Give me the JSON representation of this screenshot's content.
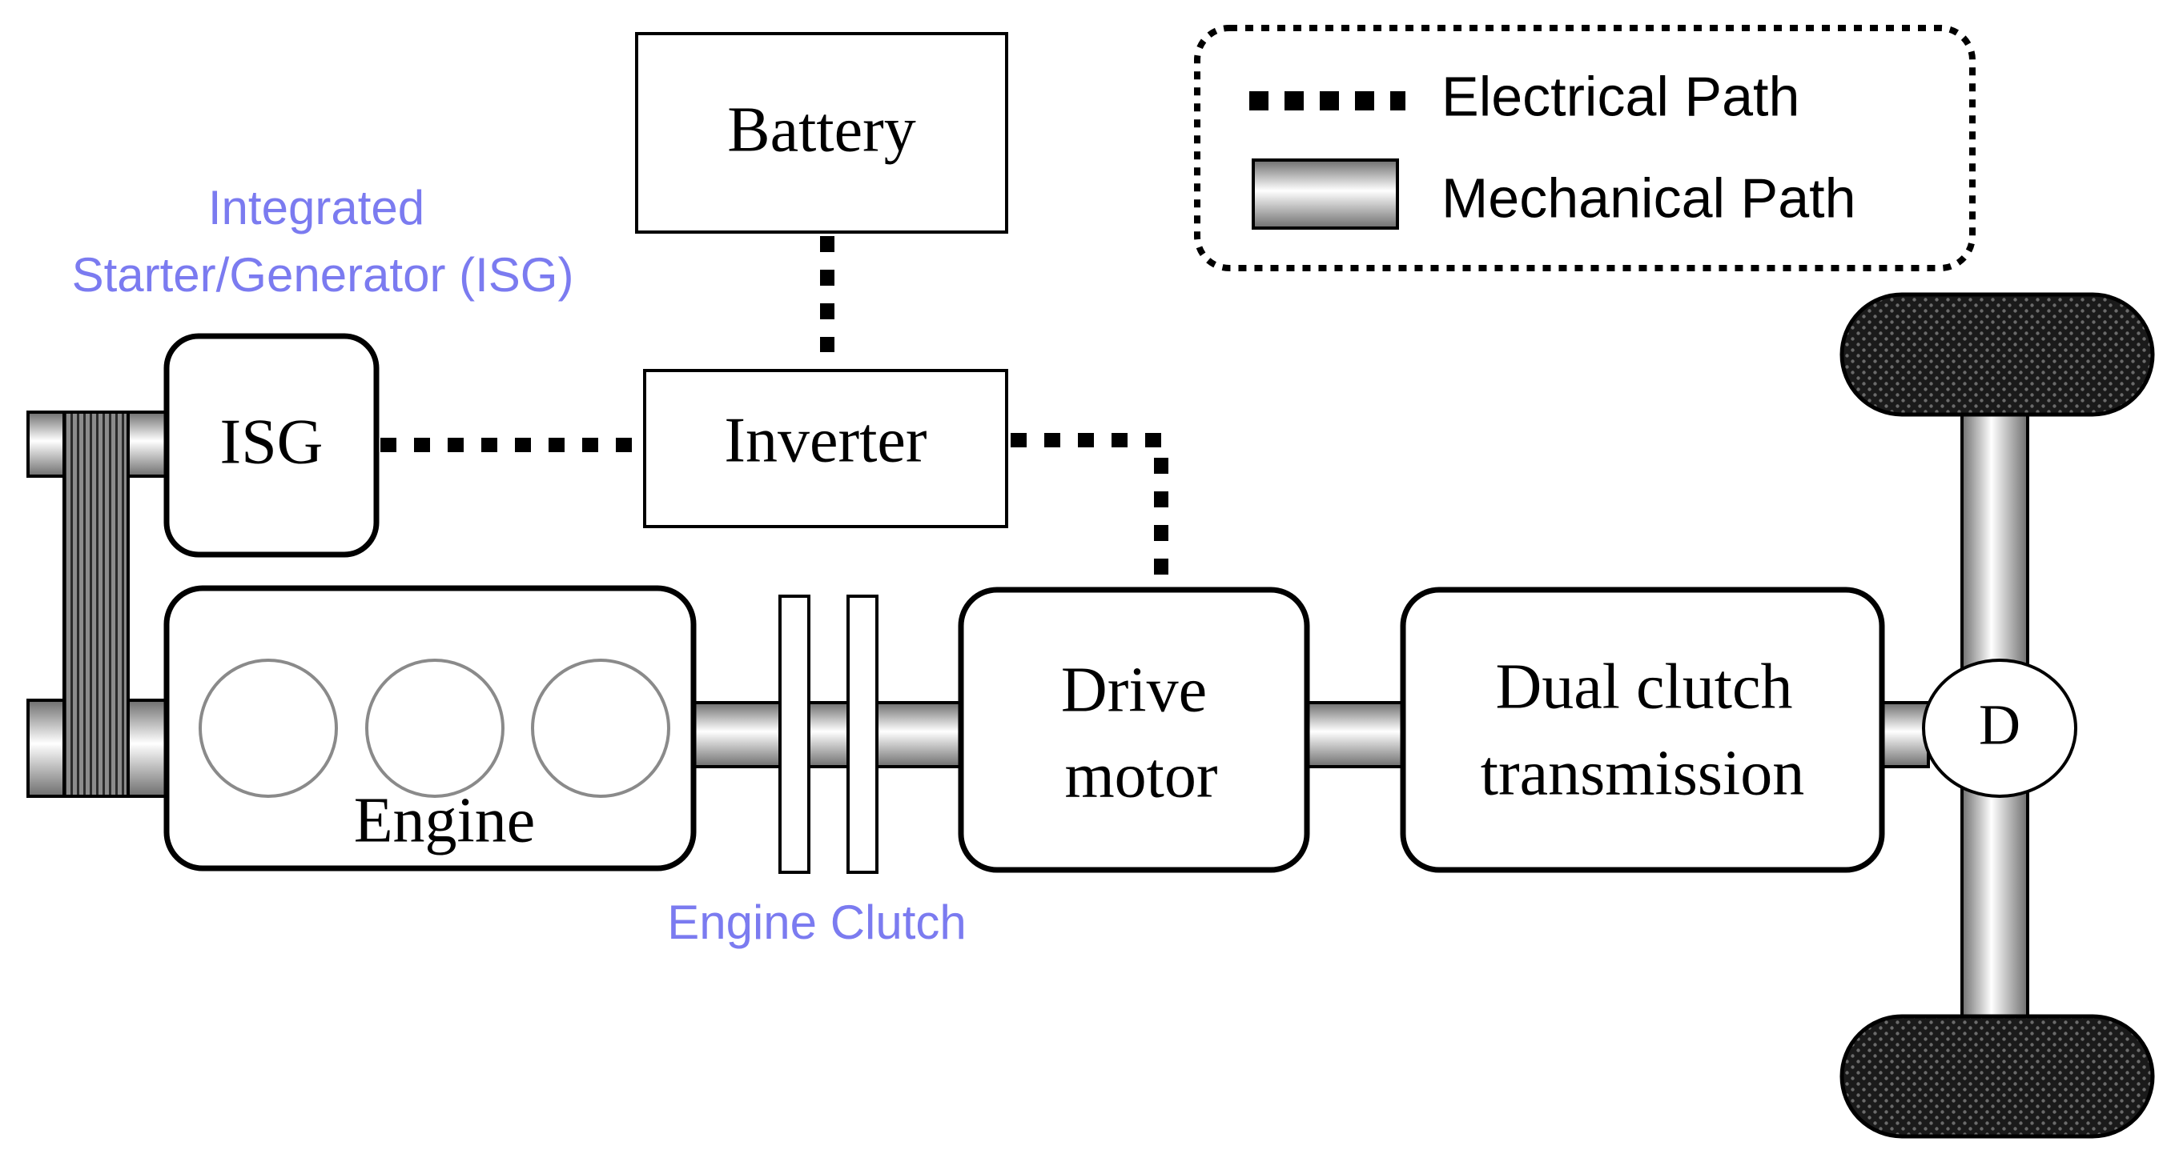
{
  "labels": {
    "battery": "Battery",
    "inverter": "Inverter",
    "isg": "ISG",
    "isg_caption_line1": "Integrated",
    "isg_caption_line2": "Starter/Generator (ISG)",
    "engine": "Engine",
    "engine_clutch": "Engine Clutch",
    "drive_motor_line1": "Drive",
    "drive_motor_line2": "motor",
    "dct_line1": "Dual clutch",
    "dct_line2": "transmission",
    "differential": "D"
  },
  "legend": {
    "electrical": "Electrical  Path",
    "mechanical": "Mechanical  Path"
  },
  "colors": {
    "caption": "#7b7bf0",
    "line": "#000000",
    "cylinder": "#8a8a8a",
    "shaft_light": "#ffffff",
    "shaft_dark": "#6e6e6e"
  }
}
